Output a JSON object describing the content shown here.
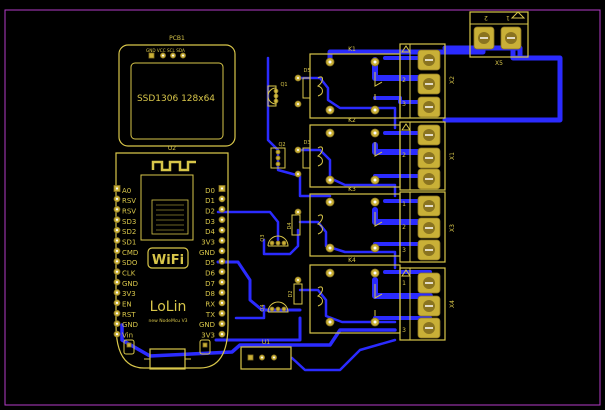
{
  "colors": {
    "background": "#000000",
    "board_outline": "#b43cc8",
    "copper": "#2b2bff",
    "silkscreen": "#d8c64a",
    "pad": "#c9b037"
  },
  "oled": {
    "designator": "PCB1",
    "pins": "GND VCC SCL SDA",
    "label": "SSD1306 128x64"
  },
  "nodemcu": {
    "designator": "U2",
    "wifi_text": "WiFi",
    "brand": "LoLin",
    "subtitle": "new NodeMcu V3",
    "left_pins": [
      "A0",
      "RSV",
      "RSV",
      "SD3",
      "SD2",
      "SD1",
      "CMD",
      "SDO",
      "CLK",
      "GND",
      "3V3",
      "EN",
      "RST",
      "GND",
      "Vin"
    ],
    "right_pins": [
      "D0",
      "D1",
      "D2",
      "D3",
      "D4",
      "3V3",
      "GND",
      "D5",
      "D6",
      "D7",
      "D8",
      "RX",
      "TX",
      "GND",
      "3V3"
    ]
  },
  "regulator": {
    "designator": "U1"
  },
  "terminal_power": {
    "designator": "X5",
    "pin_labels": [
      "2",
      "1"
    ]
  },
  "relays": [
    {
      "designator": "K1",
      "transistor": "Q1",
      "diode": "D5",
      "terminal": "X2"
    },
    {
      "designator": "K2",
      "transistor": "Q2",
      "diode": "D3",
      "terminal": "X1"
    },
    {
      "designator": "K3",
      "transistor": "Q3",
      "diode": "D4",
      "terminal": "X3"
    },
    {
      "designator": "K4",
      "transistor": "Q4",
      "diode": "D2",
      "terminal": "X4"
    }
  ],
  "terminal_pin_labels": [
    "1",
    "2",
    "3"
  ]
}
